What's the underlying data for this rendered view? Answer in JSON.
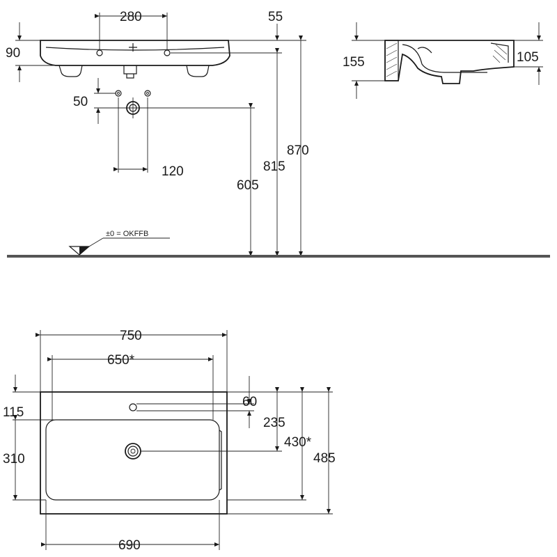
{
  "front_view": {
    "dimensions": {
      "tap_hole_spacing": "280",
      "rim_offset": "55",
      "rim_height": "90",
      "trap_vertical_offset": "50",
      "trap_horizontal_spacing": "120",
      "waste_height": "605",
      "tap_height": "815",
      "total_height": "870"
    },
    "floor_label": "±0 = OKFFB"
  },
  "side_view": {
    "dimensions": {
      "outer_height": "155",
      "inner_height": "105"
    }
  },
  "top_view": {
    "dimensions": {
      "overall_width": "750",
      "inner_width": "650*",
      "bowl_width": "690",
      "tap_hole_offset": "115",
      "tap_hole_diameter": "60",
      "drain_offset": "235",
      "bowl_depth": "310",
      "inner_depth": "430*",
      "overall_depth": "485"
    }
  }
}
